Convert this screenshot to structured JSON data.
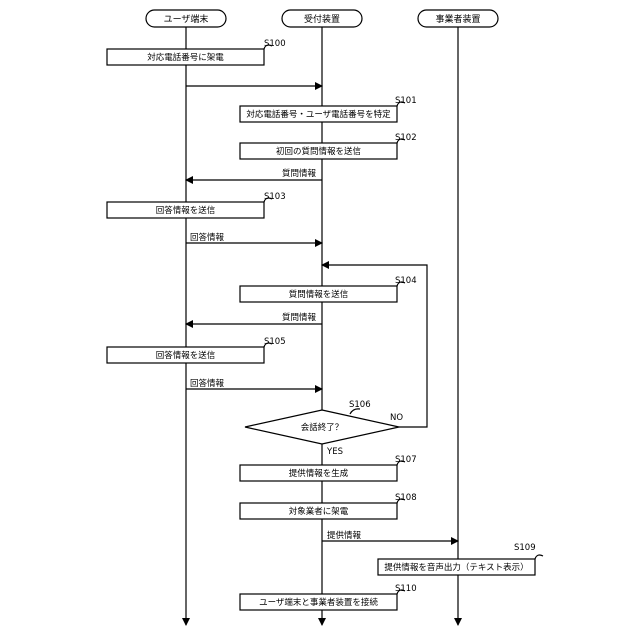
{
  "lanes": {
    "user": "ユーザ端末",
    "reception": "受付装置",
    "business": "事業者装置"
  },
  "steps": {
    "s100": {
      "id": "S100",
      "label": "対応電話番号に架電"
    },
    "s101": {
      "id": "S101",
      "label": "対応電話番号・ユーザ電話番号を特定"
    },
    "s102": {
      "id": "S102",
      "label": "初回の質問情報を送信"
    },
    "s103": {
      "id": "S103",
      "label": "回答情報を送信"
    },
    "s104": {
      "id": "S104",
      "label": "質問情報を送信"
    },
    "s105": {
      "id": "S105",
      "label": "回答情報を送信"
    },
    "s106": {
      "id": "S106",
      "label": "会話終了？"
    },
    "s107": {
      "id": "S107",
      "label": "提供情報を生成"
    },
    "s108": {
      "id": "S108",
      "label": "対象業者に架電"
    },
    "s109": {
      "id": "S109",
      "label": "提供情報を音声出力（テキスト表示）"
    },
    "s110": {
      "id": "S110",
      "label": "ユーザ端末と事業者装置を接続"
    }
  },
  "messages": {
    "question_1": "質問情報",
    "answer_1": "回答情報",
    "question_2": "質問情報",
    "answer_2": "回答情報",
    "provide": "提供情報"
  },
  "branches": {
    "no": "NO",
    "yes": "YES"
  }
}
